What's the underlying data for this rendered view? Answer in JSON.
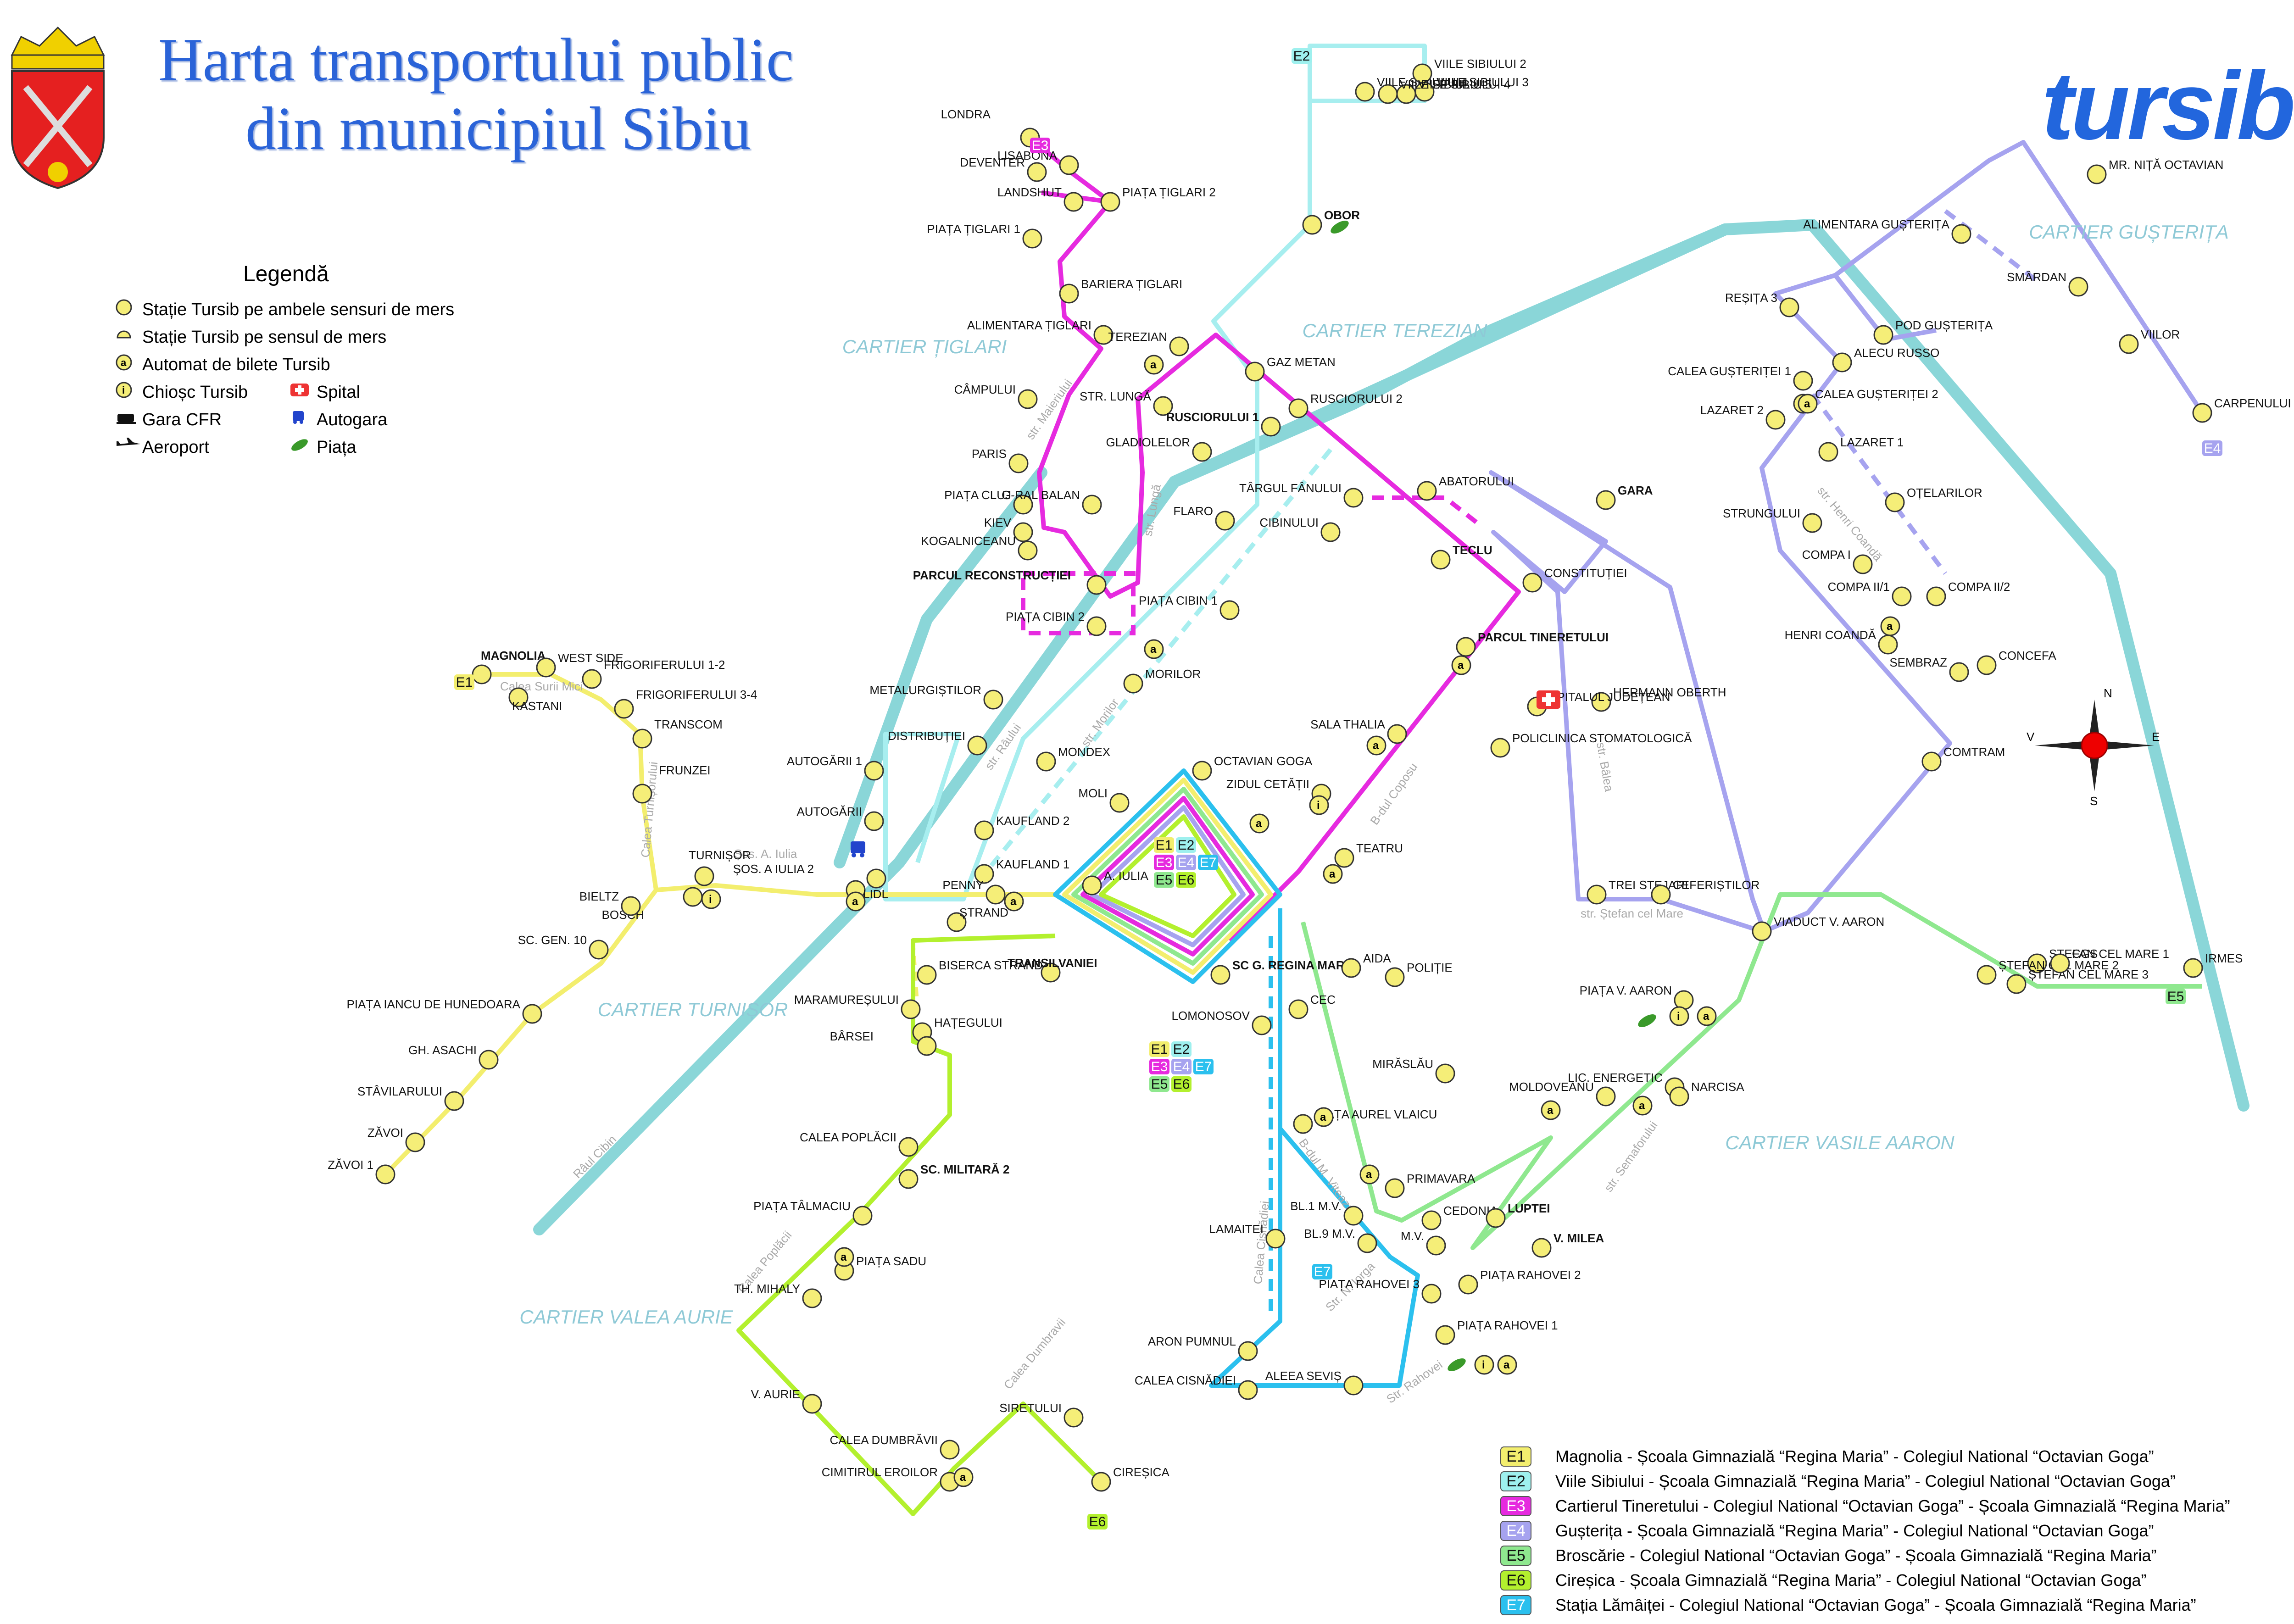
{
  "title": {
    "line1": "Harta transportului public",
    "line2": "din municipiul Sibiu"
  },
  "logo": {
    "text": "tursib"
  },
  "legend": {
    "heading": "Legendă",
    "items": [
      {
        "icon": "full-stop-icon",
        "label": "Stație Tursib pe ambele sensuri de mers"
      },
      {
        "icon": "half-stop-icon",
        "label": "Stație Tursib pe sensul de mers"
      },
      {
        "icon": "ticket-machine-icon",
        "label": "Automat de bilete Tursib"
      },
      {
        "icon": "kiosk-icon",
        "label": "Chioșc Tursib"
      },
      {
        "icon": "train-station-icon",
        "label": "Gara CFR"
      },
      {
        "icon": "airport-icon",
        "label": "Aeroport"
      }
    ],
    "items_right": [
      {
        "icon": "hospital-icon",
        "label": "Spital"
      },
      {
        "icon": "bus-station-icon",
        "label": "Autogara"
      },
      {
        "icon": "market-icon",
        "label": "Piața"
      }
    ]
  },
  "routes": [
    {
      "code": "E1",
      "color": "#f3ee6e",
      "label": "Magnolia - Școala Gimnazială “Regina Maria” - Colegiul National “Octavian Goga”"
    },
    {
      "code": "E2",
      "color": "#9ef0ee",
      "label": "Viile Sibiului - Școala Gimnazială “Regina Maria” - Colegiul National “Octavian Goga”"
    },
    {
      "code": "E3",
      "color": "#e62adf",
      "label": "Cartierul Tineretului - Colegiul National “Octavian Goga” - Școala Gimnazială “Regina Maria”"
    },
    {
      "code": "E4",
      "color": "#a6a3ef",
      "label": "Gușterița - Școala Gimnazială “Regina Maria” - Colegiul National “Octavian Goga”"
    },
    {
      "code": "E5",
      "color": "#8fe88f",
      "label": "Broscărie - Colegiul National “Octavian Goga” - Școala Gimnazială “Regina Maria”"
    },
    {
      "code": "E6",
      "color": "#b3f02e",
      "label": "Cireșica - Școala Gimnazială “Regina Maria” - Colegiul National “Octavian Goga”"
    },
    {
      "code": "E7",
      "color": "#2bc0ee",
      "label": "Stația Lămâiței - Colegiul National “Octavian Goga” - Școala Gimnazială “Regina Maria”"
    }
  ],
  "districts": [
    "CARTIER ȚIGLARI",
    "CARTIER TEREZIAN",
    "CARTIER GUȘTERIȚA",
    "CARTIER TURNIȘOR",
    "CARTIER VALEA AURIE",
    "CARTIER VASILE AARON"
  ],
  "streets": [
    "Râul Cibin",
    "Șos. A. Iulia",
    "Calea Turnișorului",
    "Calea Surii Mici",
    "str. Râului",
    "str. Morilor",
    "str. Lungă",
    "str. Maieriului",
    "B-dul Coposu",
    "str. Bâlea",
    "str. Ștefan cel Mare",
    "str. Semaforului",
    "str. Henri Coandă",
    "Calea Poplăcii",
    "Calea Dumbravii",
    "B-dul M. Viteazu",
    "Calea Cisnădiei",
    "Str. N. Iorga",
    "Str. Rahovei"
  ],
  "stops": [
    "MAGNOLIA",
    "WEST SIDE",
    "KASTANI",
    "FRIGORIFERULUI 1-2",
    "FRIGORIFERULUI 3-4",
    "TRANSCOM",
    "FRUNZEI",
    "TURNIȘOR",
    "BOSCH",
    "BIELTZ",
    "SC. GEN. 10",
    "PIAȚA IANCU DE HUNEDOARA",
    "GH. ASACHI",
    "STÂVILARULUI",
    "ZĂVOI",
    "ZĂVOI 1",
    "LIDL",
    "ȘOS. A IULIA 2",
    "AUTOGĂRII 1",
    "AUTOGĂRII",
    "DISTRIBUȚIEI",
    "METALURGIȘTILOR",
    "MORILOR",
    "MONDEX",
    "KAUFLAND 2",
    "KAUFLAND 1",
    "PENNY",
    "ȘTRAND",
    "MOLI",
    "A. IULIA",
    "TRANSILVANIEI",
    "BISERCA STRAND",
    "MARAMUREȘULUI",
    "HAȚEGULUI",
    "BÂRSEI",
    "CALEA POPLĂCII",
    "SC. MILITARĂ 2",
    "PIAȚA TÂLMACIU",
    "PIAȚA SADU",
    "TH. MIHALY",
    "V. AURIE",
    "CALEA DUMBRĂVII",
    "CIMITIRUL EROILOR",
    "SIRETULUI",
    "CIREȘICA",
    "LONDRA",
    "LISABONA",
    "DEVENTER",
    "LANDSHUT",
    "PIAȚA ȚIGLARI 2",
    "PIAȚA ȚIGLARI 1",
    "BARIERA ȚIGLARI",
    "ALIMENTARA ȚIGLARI",
    "CÂMPULUI",
    "PARIS",
    "PIAȚA CLUJ",
    "KIEV",
    "KOGALNICEANU",
    "G-RAL BALAN",
    "PARCUL RECONSTRUCȚIEI",
    "PIAȚA CIBIN 2",
    "PIAȚA CIBIN 1",
    "FLARO",
    "GLADIOLELOR",
    "STR. LUNGĂ",
    "TEREZIAN",
    "GAZ METAN",
    "RUSCIORULUI 1",
    "RUSCIORULUI 2",
    "TÂRGUL FÂNULUI",
    "CIBINULUI",
    "ABATORULUI",
    "TECLU",
    "GARA",
    "CONSTITUȚIEI",
    "PARCUL TINERETULUI",
    "HERMANN OBERTH",
    "SPITALUL JUDEȚEAN",
    "SALA THALIA",
    "POLICLINICA STOMATOLOGICĂ",
    "ZIDUL CETĂȚII",
    "OCTAVIAN GOGA",
    "TEATRU",
    "SC G. REGINA MARIA",
    "LOMONOSOV",
    "CEC",
    "AIDA",
    "POLIȚIE",
    "MIRĂSLĂU",
    "PIAȚA AUREL VLAICU",
    "PRIMAVARA",
    "BL.1 M.V.",
    "BL.9 M.V.",
    "CEDONIA",
    "M.V.",
    "LUPTEI",
    "V. MILEA",
    "MOLDOVEANU",
    "LIC. ENERGETIC",
    "NARCISA",
    "PIAȚA RAHOVEI 3",
    "PIAȚA RAHOVEI 2",
    "PIAȚA RAHOVEI 1",
    "LAMAITEI",
    "ARON PUMNUL",
    "CALEA CISNĂDIEI",
    "ALEEA SEVIȘ",
    "OBOR",
    "VIILE SIBIULUI 1",
    "VIILE SIBIULUI 2",
    "VIILE SIBIULUI 3",
    "VIILE SIBIULUI 4",
    "VIILE SIBIULUI 5",
    "MR. NIȚĂ OCTAVIAN",
    "ALIMENTARA GUȘTERIȚA",
    "SMÂRDAN",
    "VIILOR",
    "CARPENULUI",
    "REȘIȚA 3",
    "POD GUȘTERIȚA",
    "ALECU RUSSO",
    "CALEA GUȘTERIȚEI 1",
    "CALEA GUȘTERIȚEI 2",
    "LAZARET 2",
    "LAZARET 1",
    "OȚELARILOR",
    "STRUNGULUI",
    "COMPA I",
    "COMPA II/1",
    "COMPA II/2",
    "HENRI COANDĂ",
    "CONCEFA",
    "SEMBRAZ",
    "COMTRAM",
    "TREI STEJARI",
    "CEFERIȘTILOR",
    "VIADUCT V. AARON",
    "PIAȚA V. AARON",
    "ȘTEFAN CEL MARE 1",
    "ȘTEFAN CEL MARE 2",
    "ȘTEFAN CEL MARE 3",
    "CGS",
    "IRMES"
  ],
  "compass": {
    "n": "N",
    "s": "S",
    "e": "E",
    "w": "V"
  }
}
